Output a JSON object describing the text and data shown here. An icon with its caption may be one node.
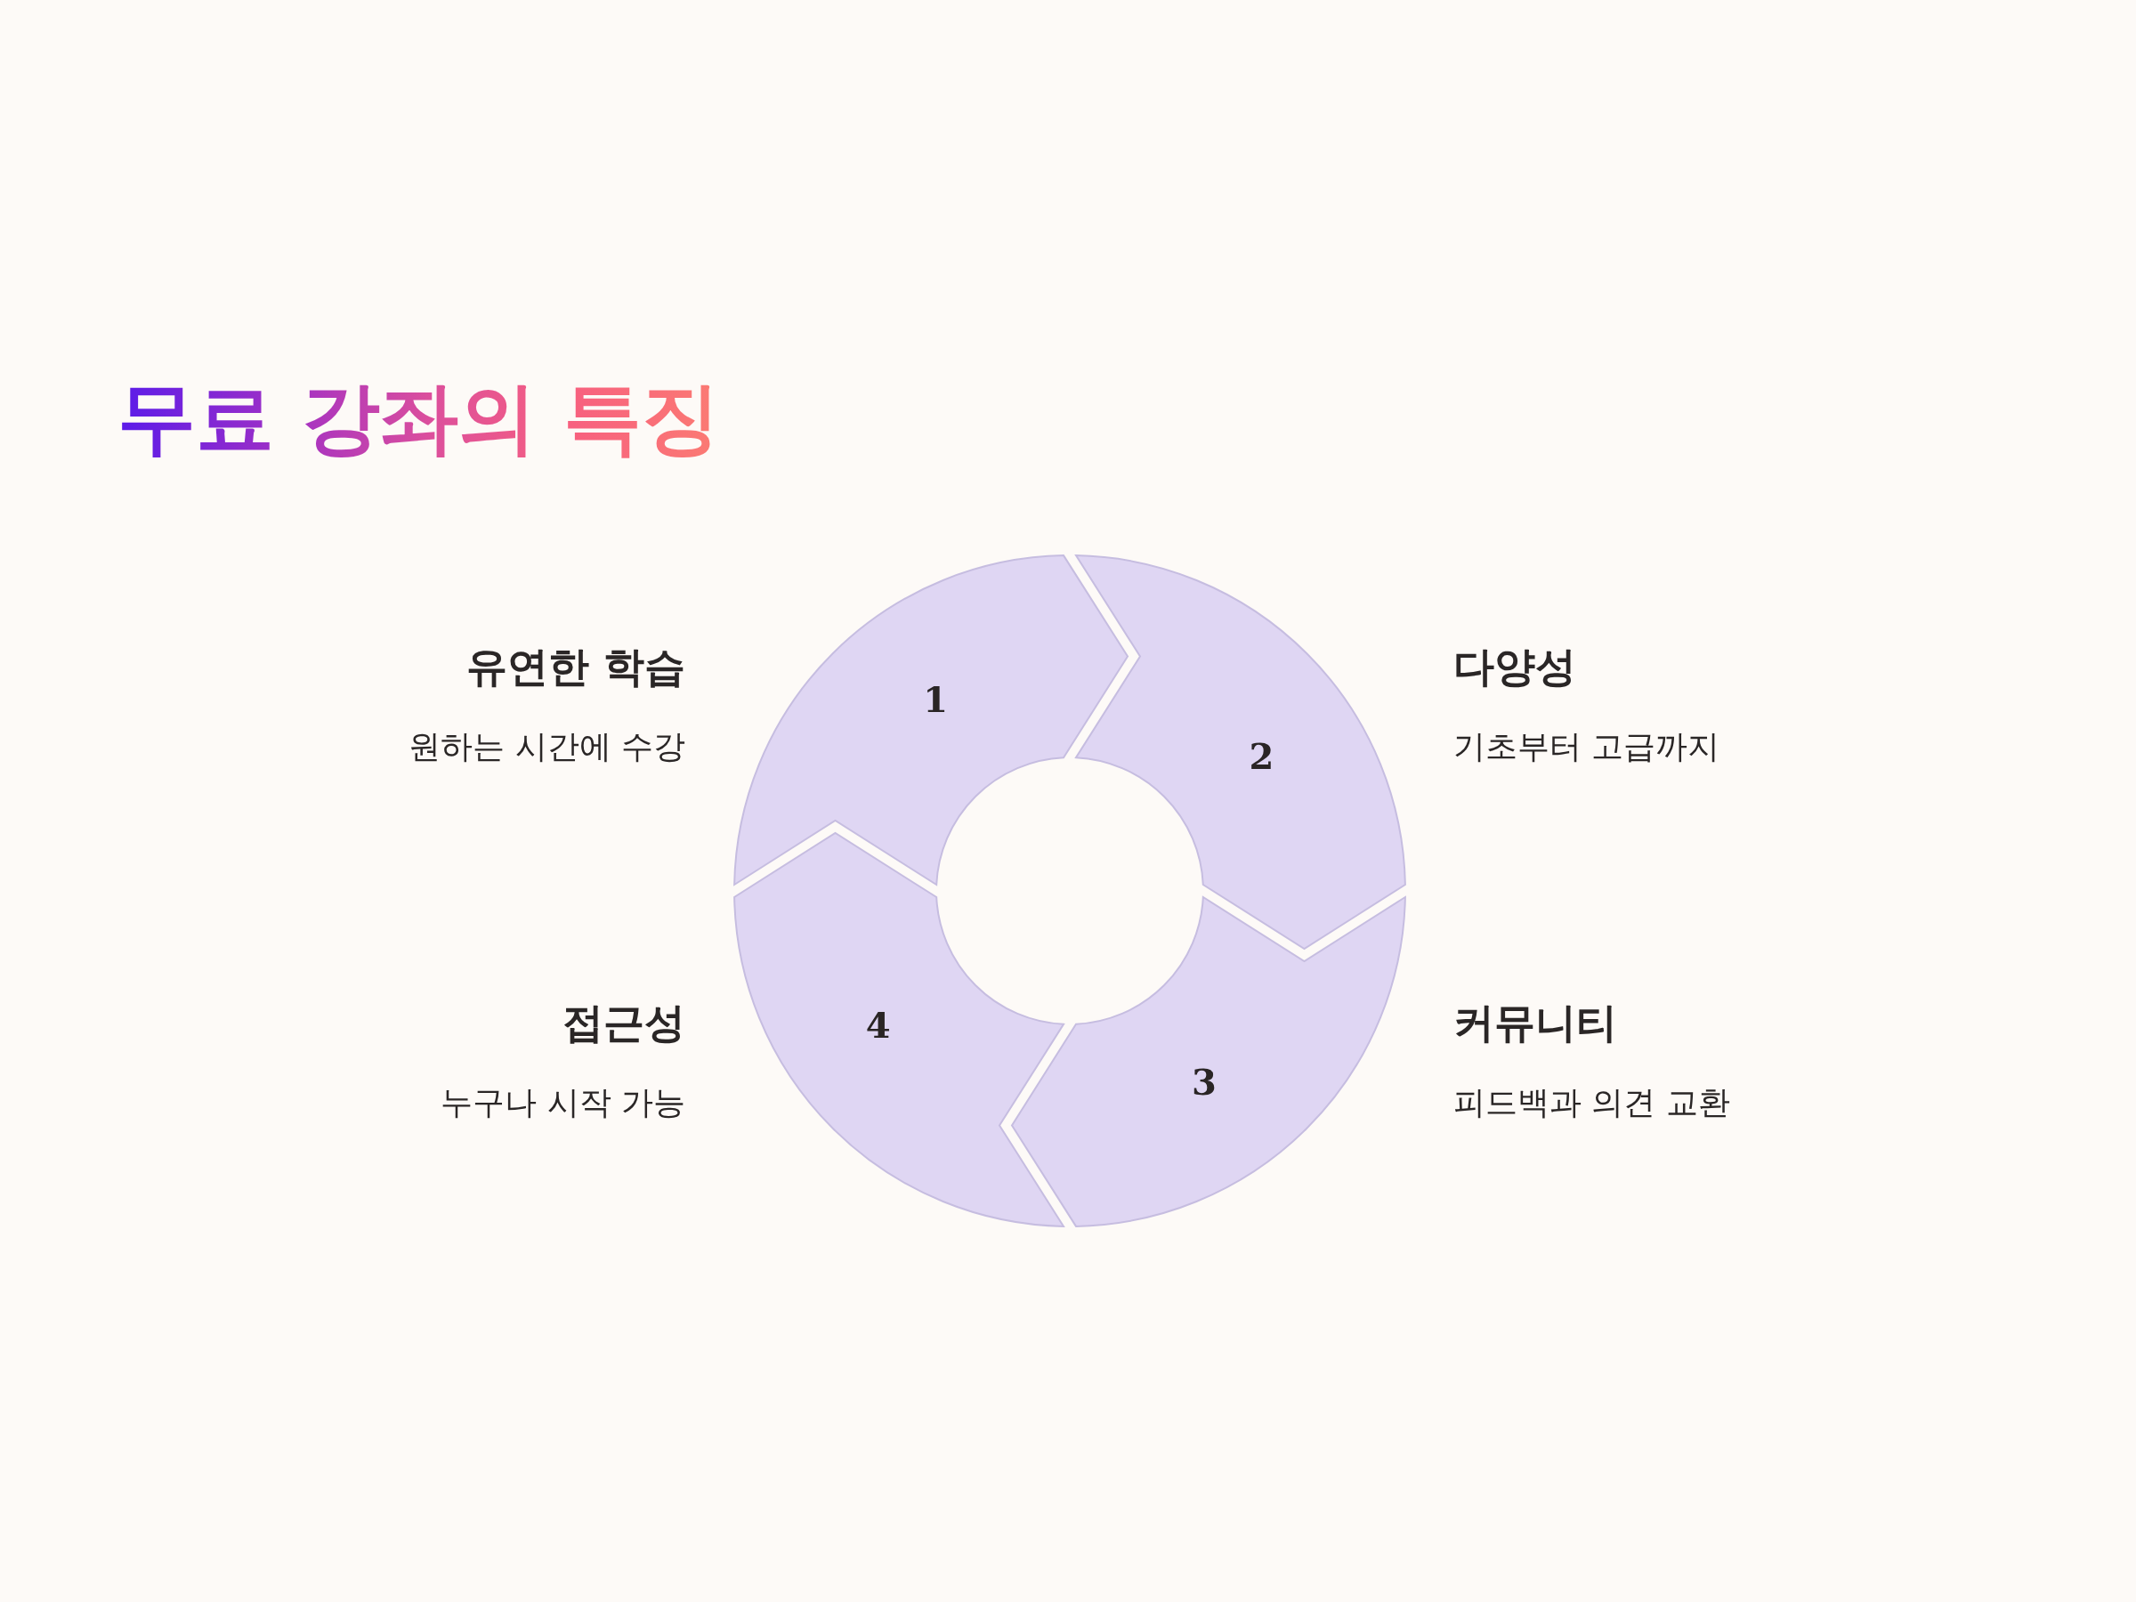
{
  "diagram": {
    "title": "무료 강좌의 특징",
    "nodes": [
      {
        "text": [
          "1"
        ],
        "beside": [
          "유연한 학습",
          "원하는 시간에 수강"
        ]
      },
      {
        "text": [
          "2"
        ],
        "beside": [
          "다양성",
          "기초부터 고급까지"
        ]
      },
      {
        "text": [
          "3"
        ],
        "beside": [
          "커뮤니티",
          "피드백과 의견 교환"
        ]
      },
      {
        "text": [
          "4"
        ],
        "beside": [
          "접근성",
          "누구나 시작 가능"
        ]
      }
    ]
  }
}
